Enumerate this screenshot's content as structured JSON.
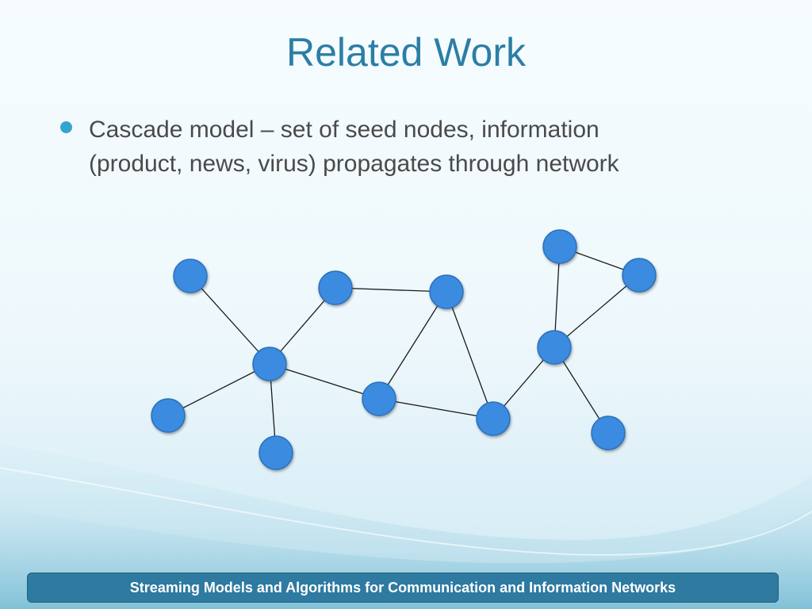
{
  "slide": {
    "title": "Related Work",
    "bullets": [
      {
        "line1": "Cascade model – set of seed nodes, information",
        "line2": "(product, news, virus) propagates through network"
      }
    ],
    "footer": "Streaming Models and Algorithms for Communication and Information Networks"
  },
  "colors": {
    "title": "#2b7ea6",
    "node_fill": "#3b8be0",
    "node_stroke": "#2c6fb8",
    "edge": "#1a1a1a",
    "footer_bg": "#2e7aa1"
  },
  "network": {
    "nodes": [
      "a",
      "b",
      "c",
      "d",
      "e",
      "f",
      "g",
      "h",
      "i",
      "j",
      "k",
      "l",
      "m"
    ],
    "edges": [
      [
        "a",
        "d"
      ],
      [
        "b",
        "d"
      ],
      [
        "b",
        "c"
      ],
      [
        "c",
        "f"
      ],
      [
        "c",
        "g"
      ],
      [
        "d",
        "e"
      ],
      [
        "d",
        "h"
      ],
      [
        "d",
        "f"
      ],
      [
        "f",
        "g"
      ],
      [
        "g",
        "j"
      ],
      [
        "j",
        "i"
      ],
      [
        "j",
        "k"
      ],
      [
        "i",
        "l"
      ],
      [
        "l",
        "k"
      ],
      [
        "j",
        "m"
      ]
    ]
  }
}
